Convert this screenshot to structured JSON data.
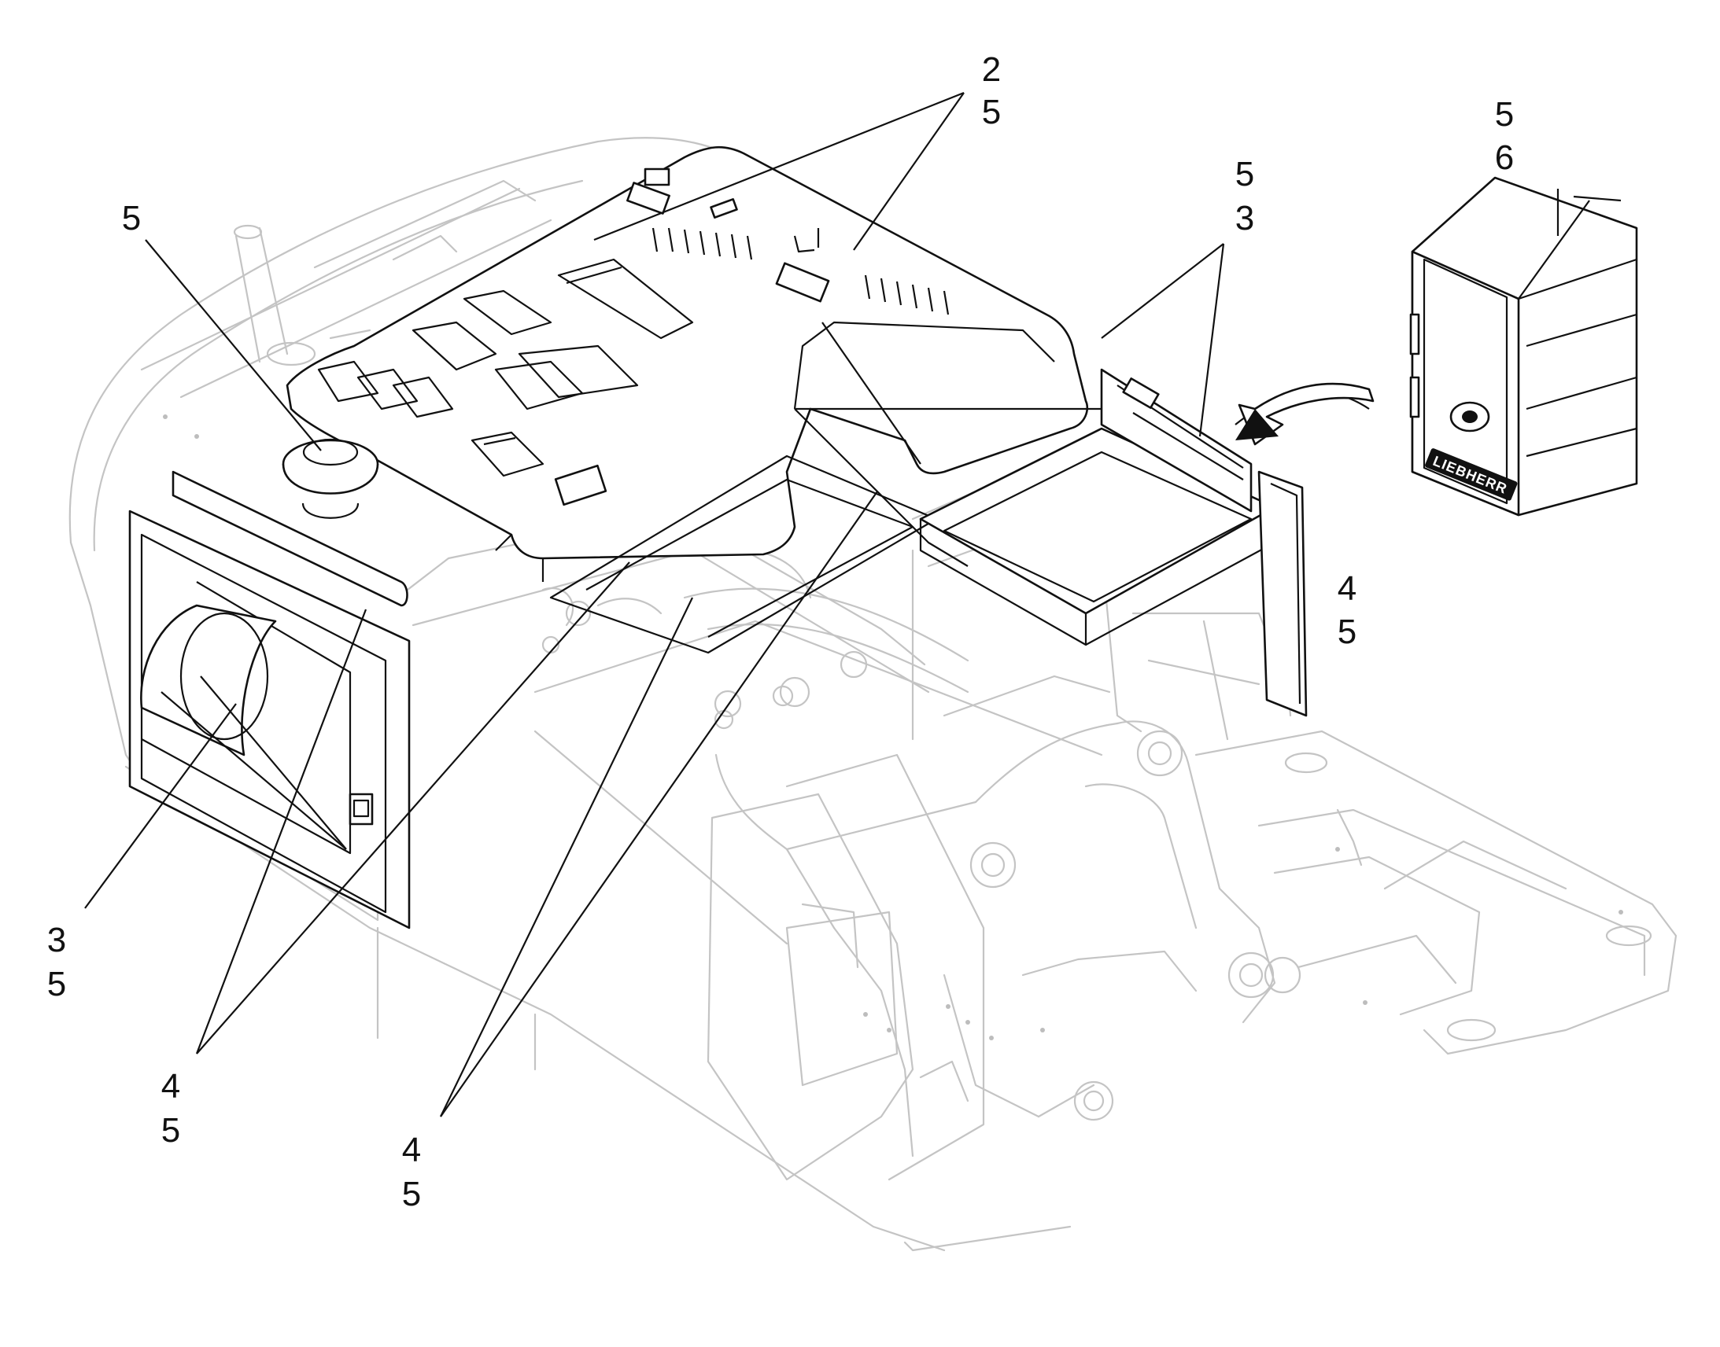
{
  "callouts": [
    {
      "id": "c-2-5-top",
      "line1": "2",
      "line2": "5"
    },
    {
      "id": "c-5-left",
      "line1": "5",
      "line2": ""
    },
    {
      "id": "c-5-3-right",
      "line1": "5",
      "line2": "3"
    },
    {
      "id": "c-5-6-toolbox",
      "line1": "5",
      "line2": "6"
    },
    {
      "id": "c-4-5-right",
      "line1": "4",
      "line2": "5"
    },
    {
      "id": "c-3-5-left",
      "line1": "3",
      "line2": "5"
    },
    {
      "id": "c-4-5-bottom-left",
      "line1": "4",
      "line2": "5"
    },
    {
      "id": "c-4-5-bottom-mid",
      "line1": "4",
      "line2": "5"
    }
  ],
  "toolbox": {
    "brand_text": "LIEBHERR"
  },
  "colors": {
    "outline": "#111111",
    "ghost": "#c4c4c4",
    "background": "#ffffff"
  }
}
